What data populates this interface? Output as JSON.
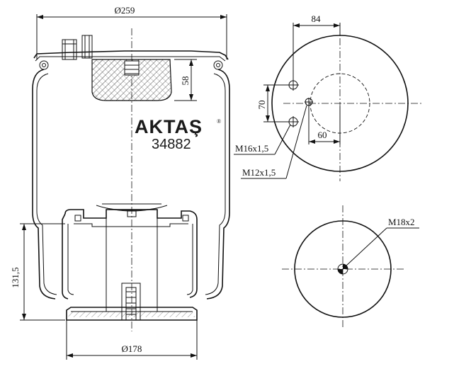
{
  "brand": {
    "name": "AKTAŞ",
    "registered": "®",
    "part_number": "34882"
  },
  "dimensions": {
    "top_diameter": "Ø259",
    "bottom_diameter": "Ø178",
    "piston_height": "131,5",
    "plate_depth": "58",
    "stud_spacing_x": "84",
    "stud_spacing_y": "70",
    "offset_x": "60"
  },
  "threads": {
    "stud_thread": "M16x1,5",
    "port_thread": "M12x1,5",
    "bottom_thread": "M18x2"
  }
}
